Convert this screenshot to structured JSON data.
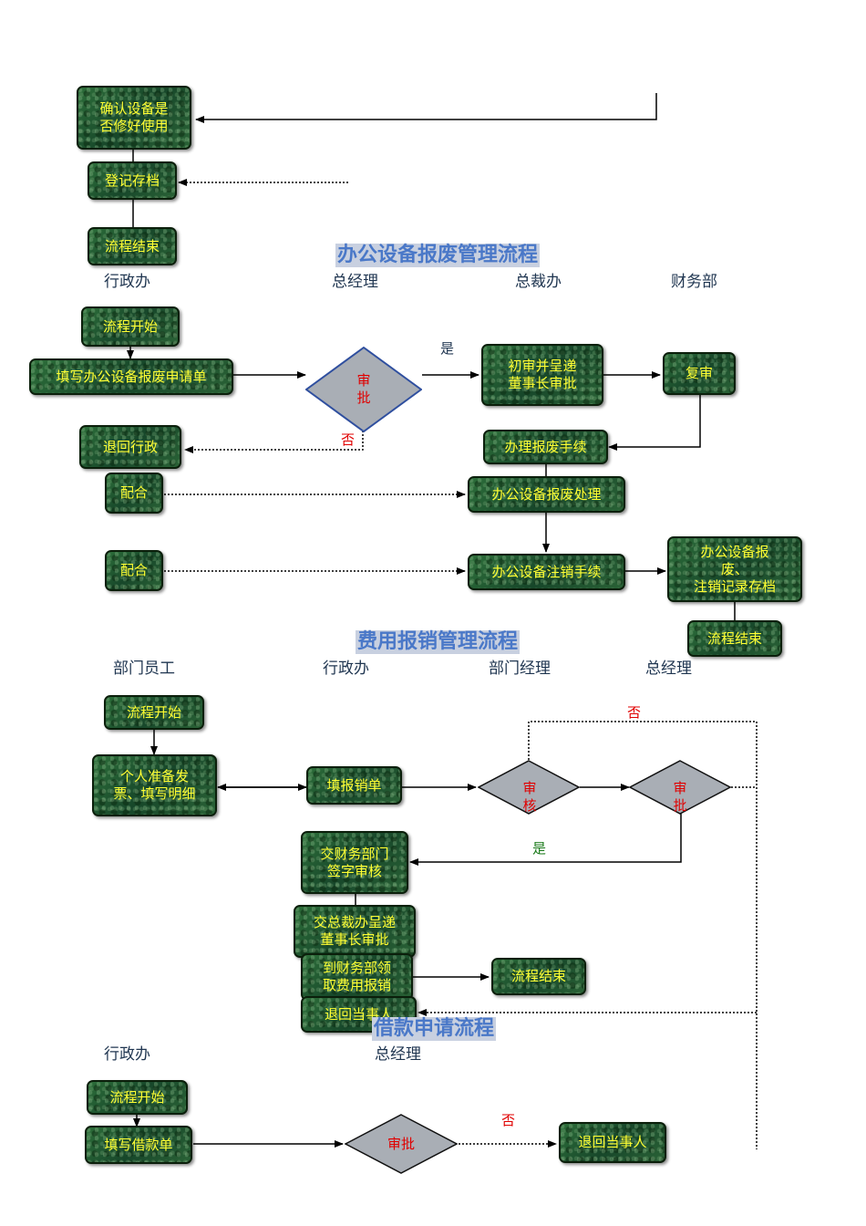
{
  "section1": {
    "box_confirm": "确认设备是\n否修好使用",
    "box_register": "登记存档",
    "box_end": "流程结束"
  },
  "section2": {
    "title": "办公设备报废管理流程",
    "columns": [
      "行政办",
      "总经理",
      "总裁办",
      "财务部"
    ],
    "box_start": "流程开始",
    "box_fill": "填写办公设备报废申请单",
    "diamond_approve": "审\n批",
    "label_yes": "是",
    "label_no": "否",
    "box_first_review": "初审并呈递\n董事长审批",
    "box_review": "复审",
    "box_return": "退回行政",
    "box_handle": "办理报废手续",
    "box_coop1": "配合",
    "box_process": "办公设备报废处理",
    "box_coop2": "配合",
    "box_cancel": "办公设备注销手续",
    "box_archive": "办公设备报\n废、\n注销记录存档",
    "box_end": "流程结束"
  },
  "section3": {
    "title": "费用报销管理流程",
    "columns": [
      "部门员工",
      "行政办",
      "部门经理",
      "总经理"
    ],
    "label_no": "否",
    "box_start": "流程开始",
    "box_prepare": "个人准备发\n票、填写明细",
    "box_fill": "填报销单",
    "diamond_review": "审\n核",
    "diamond_approve": "审\n批",
    "label_yes": "是",
    "box_finance": "交财务部门\n签字审核",
    "box_president": "交总裁办呈递\n董事长审批",
    "box_collect": "到财务部领\n取费用报销",
    "box_end": "流程结束",
    "box_return": "退回当事人"
  },
  "section4": {
    "title": "借款申请流程",
    "columns": [
      "行政办",
      "总经理"
    ],
    "box_start": "流程开始",
    "box_fill": "填写借款单",
    "diamond_approve": "审批",
    "label_no": "否",
    "box_return": "退回当事人"
  },
  "colors": {
    "box_fill": "#1f5a2c",
    "box_text": "#ffff33",
    "diamond_text": "#e00000",
    "title_text": "#4a78c8",
    "title_bg": "#c8d0e0",
    "column_text": "#1f3550",
    "label_no": "#e00000",
    "label_yes_green": "#1a7a1a"
  }
}
